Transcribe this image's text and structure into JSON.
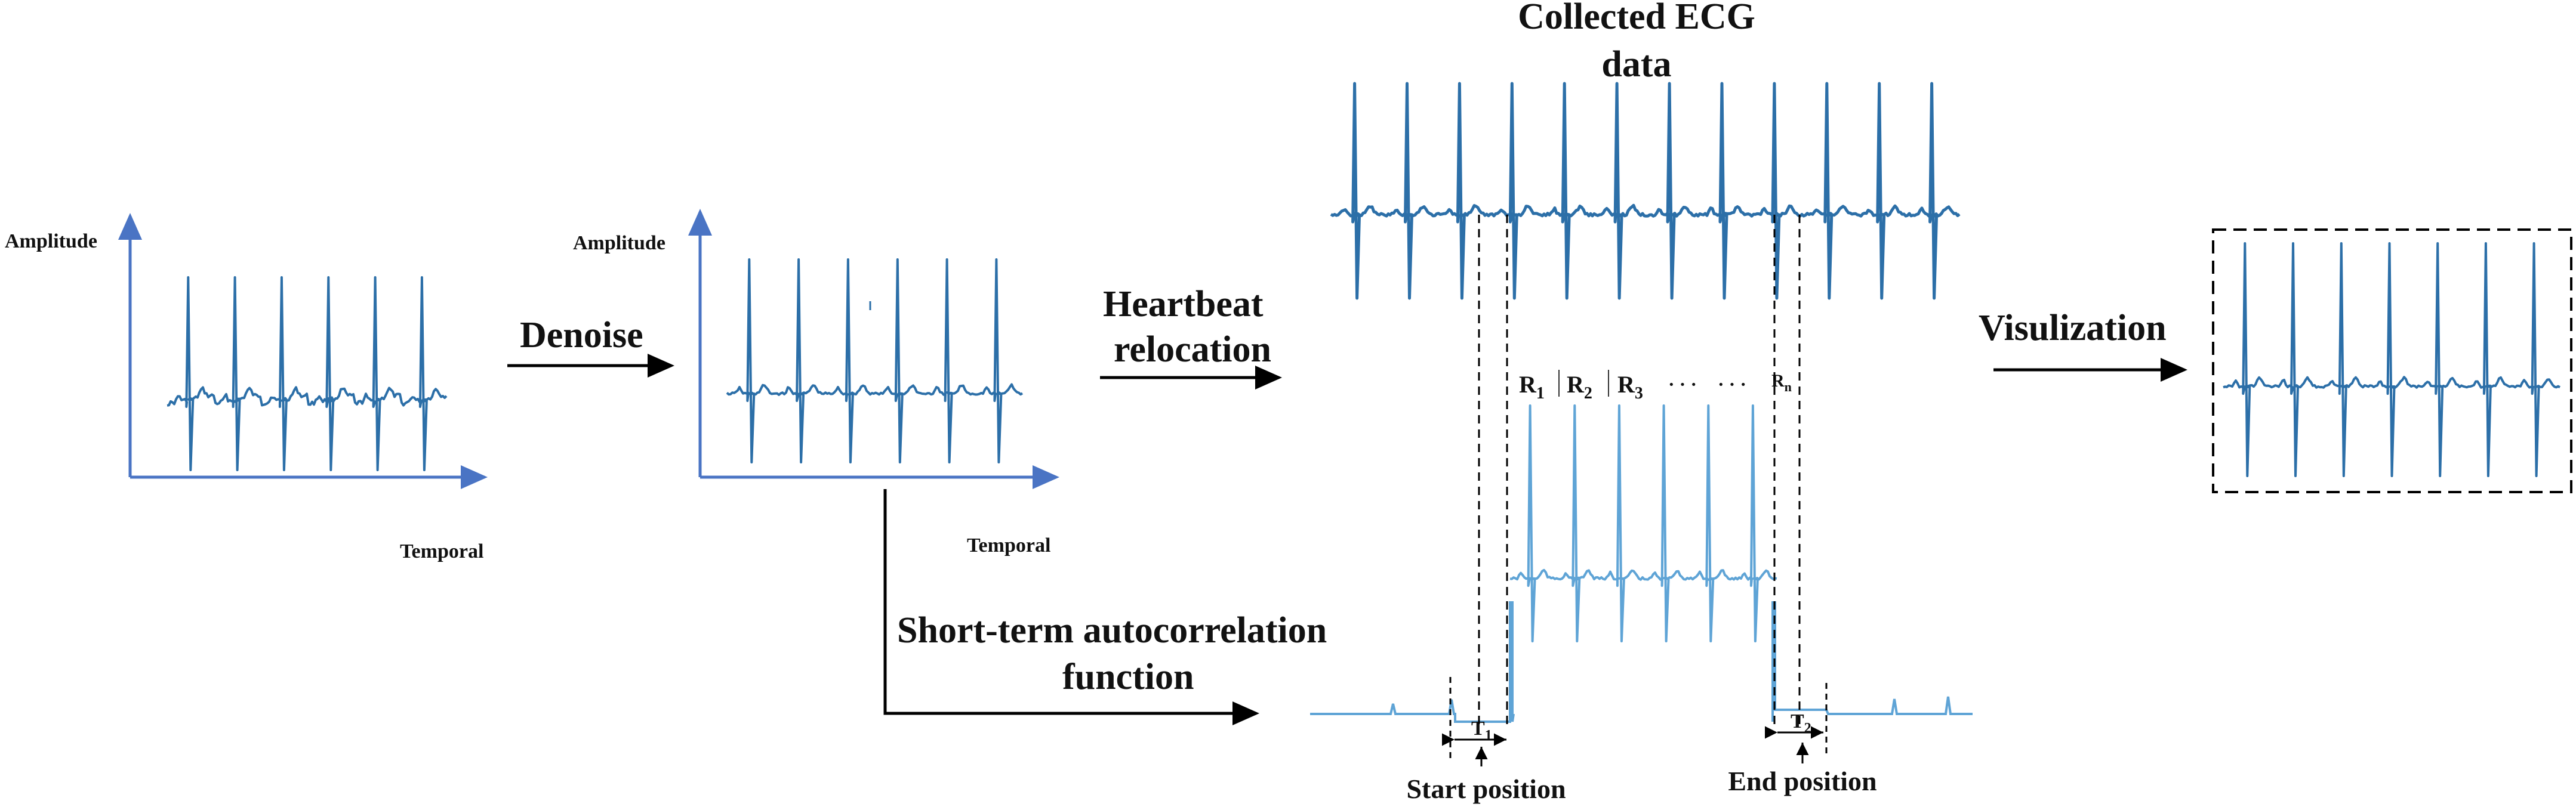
{
  "colors": {
    "signal": "#2c6fa8",
    "signal_light": "#5fa4d6",
    "axis": "#4a74c4",
    "arrow": "#000000",
    "background": "#ffffff"
  },
  "panel1": {
    "y_axis_label": "Amplitude",
    "x_axis_label": "Temporal"
  },
  "step_denoise": {
    "label": "Denoise"
  },
  "panel2": {
    "y_axis_label": "Amplitude",
    "x_axis_label": "Temporal"
  },
  "step_relocation": {
    "line1": "Heartbeat",
    "line2": "relocation"
  },
  "collected": {
    "line1": "Collected ECG",
    "line2": "data"
  },
  "segment": {
    "r_labels": [
      "R",
      "R",
      "R",
      "· · ·",
      "· · ·",
      "R"
    ],
    "r_subscripts": [
      "1",
      "2",
      "3",
      "",
      "",
      "n"
    ]
  },
  "step_autocorrelation": {
    "line1": "Short-term autocorrelation",
    "line2": "function"
  },
  "autocorr": {
    "t1_main": "T",
    "t1_sub": "1",
    "t2_main": "T",
    "t2_sub": "2",
    "start_label": "Start position",
    "end_label": "End position"
  },
  "step_visualization": {
    "label": "Visulization"
  }
}
